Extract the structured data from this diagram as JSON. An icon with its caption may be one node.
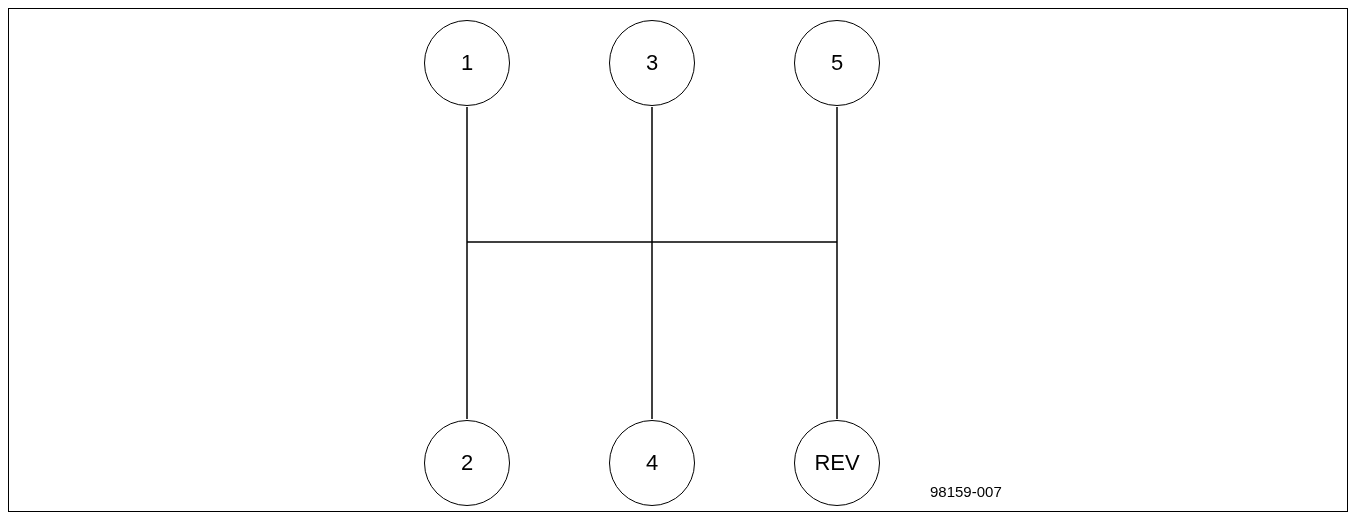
{
  "diagram": {
    "nodes": [
      {
        "text": [
          "1"
        ]
      },
      {
        "text": [
          "3"
        ]
      },
      {
        "text": [
          "5"
        ]
      },
      {
        "text": [
          "2"
        ]
      },
      {
        "text": [
          "4"
        ]
      },
      {
        "text": [
          "REV"
        ]
      }
    ],
    "edges": [
      {
        "from": 0,
        "to": 3,
        "arrow": "none"
      },
      {
        "from": 1,
        "to": 4,
        "arrow": "none"
      },
      {
        "from": 2,
        "to": 5,
        "arrow": "none"
      }
    ],
    "labels": [
      "98159-007"
    ]
  }
}
